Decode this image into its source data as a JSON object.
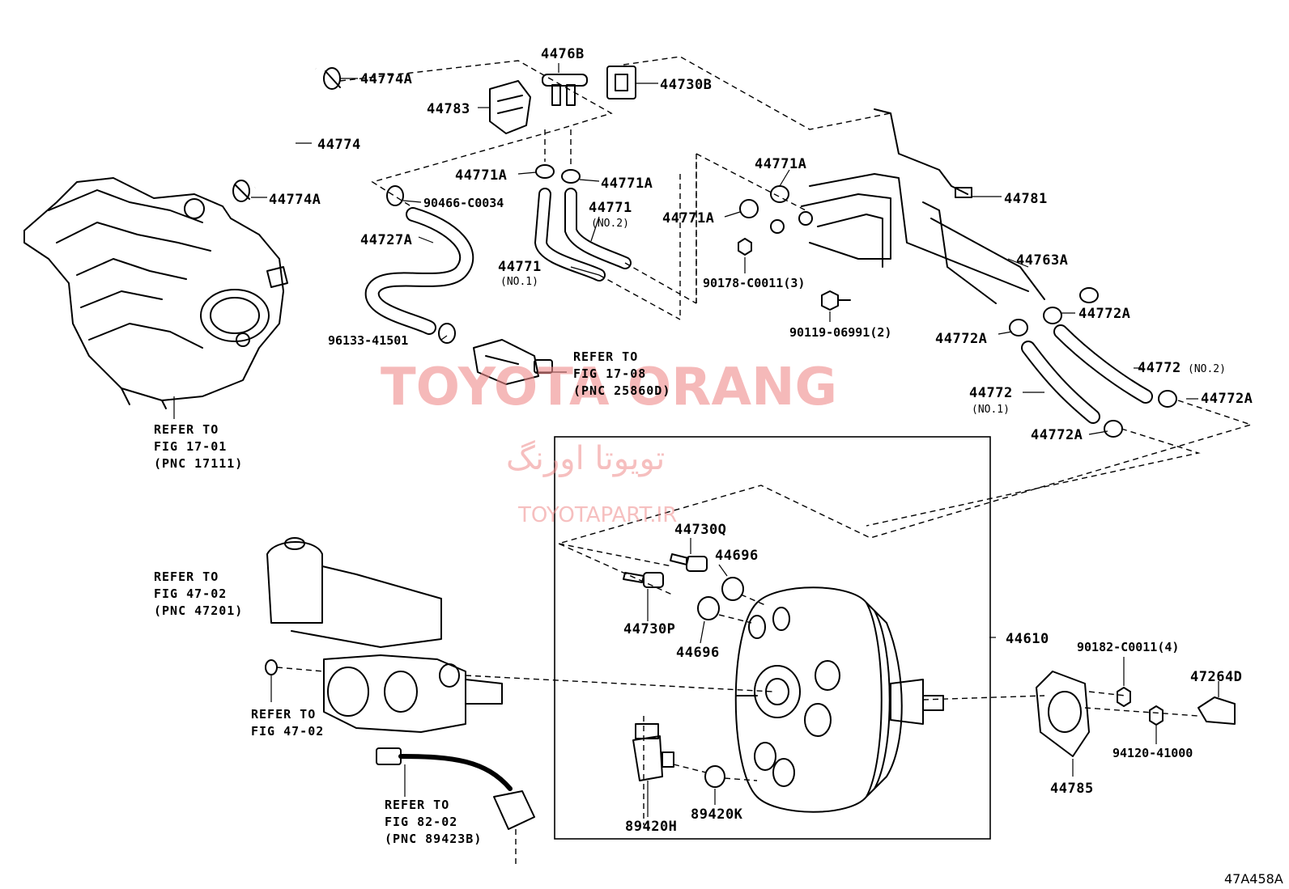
{
  "labels": {
    "l44774A_top": "44774A",
    "l44774": "44774",
    "l44774A_bot": "44774A",
    "l4476B": "4476B",
    "l44730B": "44730B",
    "l44783": "44783",
    "l44771A_1": "44771A",
    "l44771A_2": "44771A",
    "l44771A_3": "44771A",
    "l44771A_4": "44771A",
    "l90466": "90466-C0034",
    "l44727A": "44727A",
    "l44771_no2": "44771",
    "l44771_no2_sub": "(NO.2)",
    "l44771_no1": "44771",
    "l44771_no1_sub": "(NO.1)",
    "l96133": "96133-41501",
    "l44781": "44781",
    "l90178": "90178-C0011(3)",
    "l44763A": "44763A",
    "l90119": "90119-06991(2)",
    "l44772A_1": "44772A",
    "l44772A_2": "44772A",
    "l44772_no2": "44772",
    "l44772_no2_sub": "(NO.2)",
    "l44772A_3": "44772A",
    "l44772_no1": "44772",
    "l44772_no1_sub": "(NO.1)",
    "l44772A_4": "44772A",
    "l44730Q": "44730Q",
    "l44696_1": "44696",
    "l44730P": "44730P",
    "l44696_2": "44696",
    "l44610": "44610",
    "l90182": "90182-C0011(4)",
    "l47264D": "47264D",
    "l94120": "94120-41000",
    "l44785": "44785",
    "l89420H": "89420H",
    "l89420K": "89420K"
  },
  "refs": {
    "r17_01": [
      "REFER TO",
      "FIG 17-01",
      "(PNC 17111)"
    ],
    "r17_08": [
      "REFER TO",
      "FIG 17-08",
      "(PNC 25860D)"
    ],
    "r47_02a": [
      "REFER TO",
      "FIG 47-02",
      "(PNC 47201)"
    ],
    "r47_02b": [
      "REFER TO",
      "FIG 47-02"
    ],
    "r82_02": [
      "REFER TO",
      "FIG 82-02",
      "(PNC 89423B)"
    ]
  },
  "watermark": {
    "line1": "TOYOTA ORANG",
    "line2": "تویوتا اورنگ",
    "line3": "TOYOTAPART.IR"
  },
  "figure_code": "47A458A",
  "colors": {
    "ink": "#000000",
    "watermark": "#f08c8c"
  }
}
